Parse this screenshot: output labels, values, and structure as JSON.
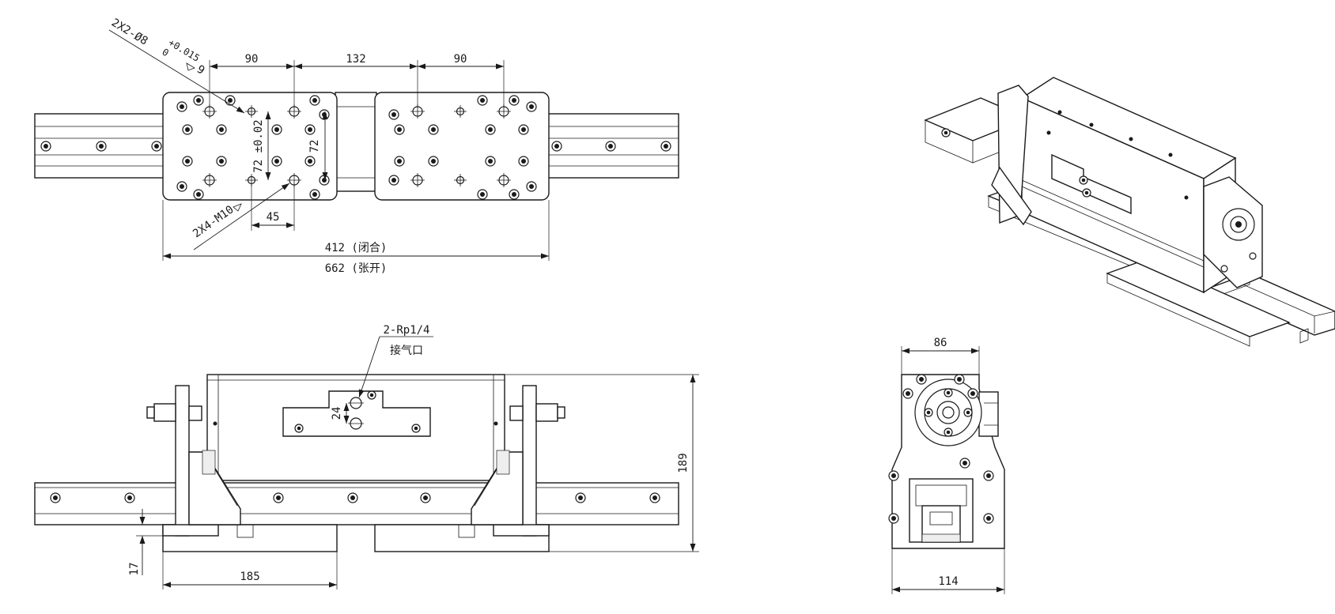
{
  "top_view": {
    "dims": {
      "spacing_left": "90",
      "spacing_center": "132",
      "spacing_right": "90",
      "width_closed": "412 (闭合)",
      "width_open": "662 (张开)",
      "hole_spacing_tol": "72 ±0.02",
      "hole_spacing": "72",
      "pitch_45": "45"
    },
    "callouts": {
      "pin_holes": "2X2-Ø8",
      "pin_tol_upper": "+0.015",
      "pin_tol_lower": "0",
      "pin_depth": "9",
      "thread_holes": "2X4-M10"
    }
  },
  "front_view": {
    "dims": {
      "height": "189",
      "base_thickness": "17",
      "jaw_width": "185",
      "port_spacing": "24"
    },
    "callouts": {
      "air_port": "2-Rp1/4",
      "air_port_label": "接气口"
    }
  },
  "side_view": {
    "dims": {
      "top_width": "86",
      "bottom_width": "114"
    }
  }
}
